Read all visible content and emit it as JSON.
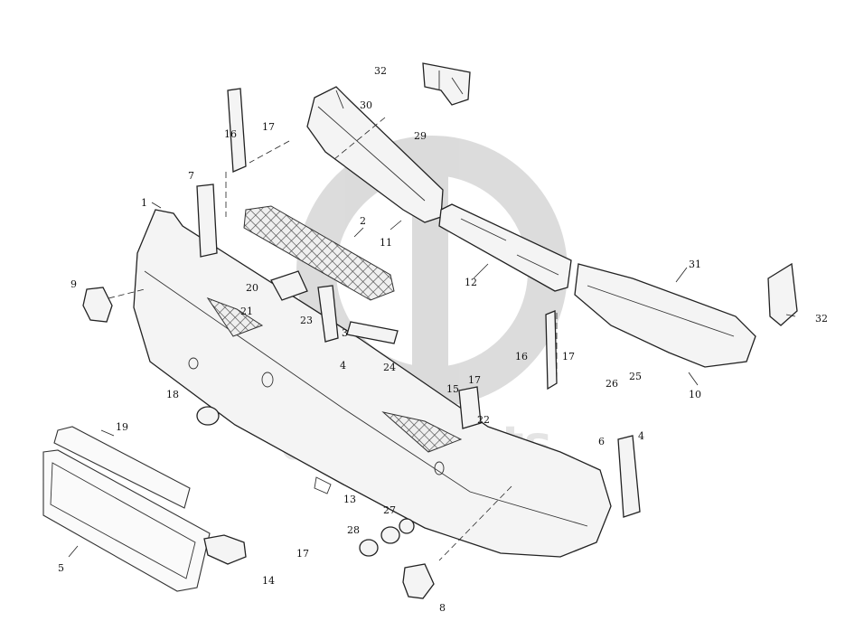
{
  "callouts": {
    "c1": "1",
    "c2": "2",
    "c3": "3",
    "c4a": "4",
    "c4b": "4",
    "c5": "5",
    "c6": "6",
    "c7": "7",
    "c8": "8",
    "c9": "9",
    "c10": "10",
    "c11": "11",
    "c12": "12",
    "c13": "13",
    "c14": "14",
    "c15": "15",
    "c16a": "16",
    "c16b": "16",
    "c17a": "17",
    "c17b": "17",
    "c17c": "17",
    "c17d": "17",
    "c18": "18",
    "c19": "19",
    "c20": "20",
    "c21": "21",
    "c22": "22",
    "c23": "23",
    "c24": "24",
    "c25": "25",
    "c26": "26",
    "c27": "27",
    "c28": "28",
    "c29": "29",
    "c30": "30",
    "c31": "31",
    "c32a": "32",
    "c32b": "32"
  },
  "watermark": {
    "text": "daia-parts"
  }
}
